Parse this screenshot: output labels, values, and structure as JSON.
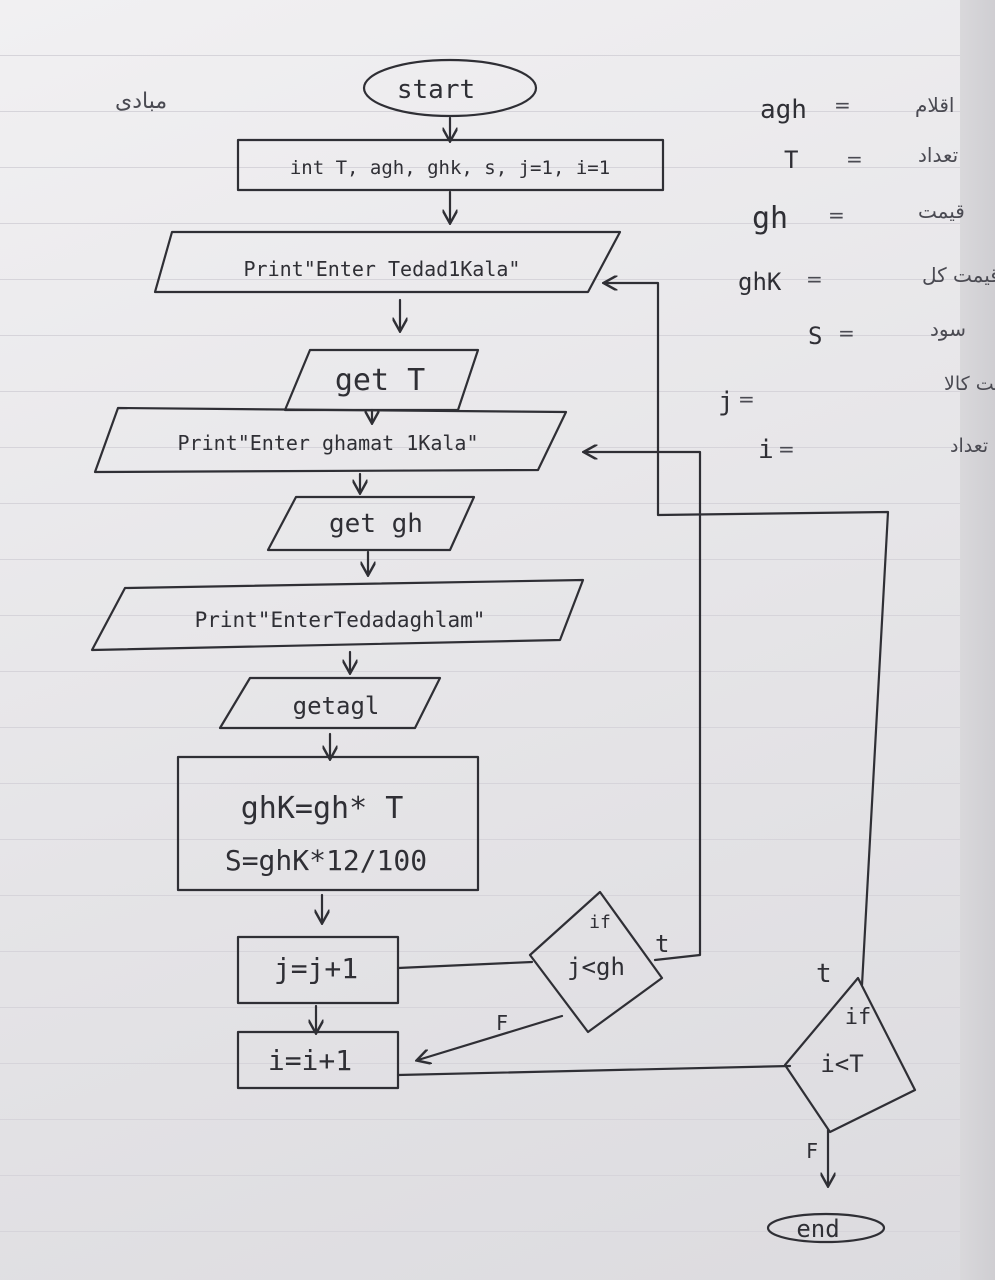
{
  "flowchart": {
    "corner_note": "مبادی",
    "start": "start",
    "declare": "int T, agh, ghk, s, j=1, i=1",
    "print_count": "Print\"Enter Tedad1Kala\"",
    "get_count": "get T",
    "print_price": "Print\"Enter ghamat 1Kala\"",
    "get_price": "get gh",
    "print_qty": "Print\"EnterTedadaghlam\"",
    "get_qty": "getagl",
    "calc_line1": "ghK=gh* T",
    "calc_line2": "S=ghK*12/100",
    "inc_j": "j=j+1",
    "inc_i": "i=i+1",
    "decision_j_if": "if",
    "decision_j_cond": "j<gh",
    "decision_i_if": "if",
    "decision_i_cond": "i<T",
    "label_t": "t",
    "label_f": "F",
    "end": "end"
  },
  "legend": [
    {
      "symbol": "agh",
      "meaning": "اقلام"
    },
    {
      "symbol": "T",
      "meaning": "تعداد"
    },
    {
      "symbol": "gh",
      "meaning": "قیمت"
    },
    {
      "symbol": "ghK",
      "meaning": "قیمت کل"
    },
    {
      "symbol": "S",
      "meaning": "سود"
    },
    {
      "symbol": "j",
      "meaning": "شمارنده قیمت کالا"
    },
    {
      "symbol": "i",
      "meaning": "شمارنده تعداد"
    }
  ]
}
